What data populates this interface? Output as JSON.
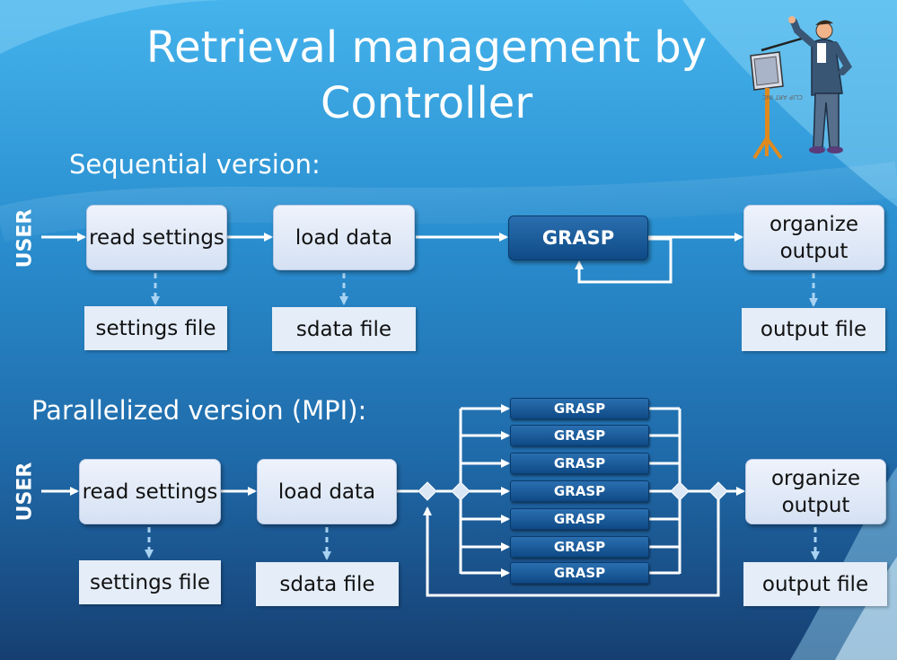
{
  "title": {
    "line1": "Retrieval management by",
    "line2": "Controller"
  },
  "sequential": {
    "heading": "Sequential version:",
    "user": "USER",
    "read_settings": "read settings",
    "load_data": "load data",
    "grasp": "GRASP",
    "organize_output": "organize output",
    "settings_file": "settings file",
    "sdata_file": "sdata file",
    "output_file": "output file"
  },
  "parallel": {
    "heading": "Parallelized version (MPI):",
    "user": "USER",
    "read_settings": "read settings",
    "load_data": "load data",
    "grasp_nodes": [
      "GRASP",
      "GRASP",
      "GRASP",
      "GRASP",
      "GRASP",
      "GRASP",
      "GRASP"
    ],
    "organize_output": "organize output",
    "settings_file": "settings file",
    "sdata_file": "sdata file",
    "output_file": "output file"
  },
  "clipart_note": "CLIP ART INC",
  "colors": {
    "background_top": "#3fa9e6",
    "background_bottom": "#1a4a7e",
    "box_fill": "#dce7f6",
    "grasp_fill": "#1a5e9e",
    "arrow": "#ffffff",
    "dashed_arrow": "#a9d3f2"
  }
}
